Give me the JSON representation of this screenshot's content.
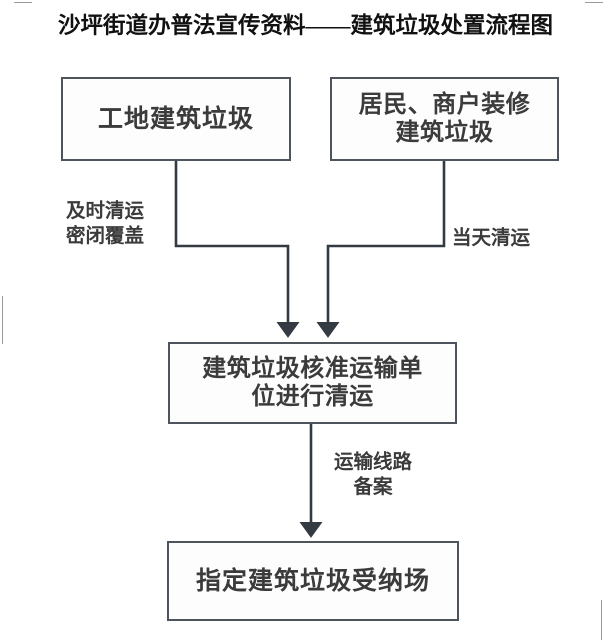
{
  "document": {
    "title": "沙坪街道办普法宣传资料——建筑垃圾处置流程图"
  },
  "flowchart": {
    "type": "process-flow",
    "orientation": "top-to-bottom",
    "nodes": [
      {
        "id": "site-waste",
        "label": "工地建筑垃圾",
        "shape": "rectangle",
        "row": 1,
        "column": "left"
      },
      {
        "id": "resident-waste",
        "label": "居民、商户装修\n建筑垃圾",
        "shape": "rectangle",
        "row": 1,
        "column": "right"
      },
      {
        "id": "approved-transport",
        "label": "建筑垃圾核准运输单\n位进行清运",
        "shape": "rectangle",
        "row": 2,
        "column": "center"
      },
      {
        "id": "designated-site",
        "label": "指定建筑垃圾受纳场",
        "shape": "rectangle",
        "row": 3,
        "column": "center"
      }
    ],
    "edges": [
      {
        "id": "edge-site-to-transport",
        "from": "site-waste",
        "to": "approved-transport",
        "label": "及时清运\n密闭覆盖",
        "arrow": "end"
      },
      {
        "id": "edge-resident-to-transport",
        "from": "resident-waste",
        "to": "approved-transport",
        "label": "当天清运",
        "arrow": "end"
      },
      {
        "id": "edge-transport-to-site",
        "from": "approved-transport",
        "to": "designated-site",
        "label": "运输线路\n备案",
        "arrow": "end"
      }
    ]
  },
  "colors": {
    "box_border": "#4e545c",
    "box_fill": "#fdfdfd",
    "text": "#3b3b3b",
    "title_text": "#111111",
    "connector": "#333a42",
    "page_background": "#ffffff"
  }
}
